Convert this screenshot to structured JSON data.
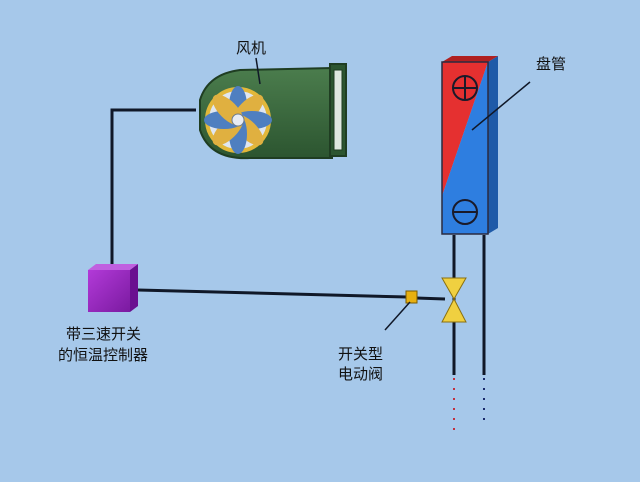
{
  "labels": {
    "fan": "风机",
    "coil": "盘管",
    "controller_line1": "带三速开关",
    "controller_line2": "的恒温控制器",
    "valve_line1": "开关型",
    "valve_line2": "电动阀"
  },
  "colors": {
    "background": "#a6c8ea",
    "fan_housing": "#3a6a3e",
    "fan_blades": "#4f7fc0",
    "fan_ring": "#e2b83a",
    "coil_hot": "#e53030",
    "coil_cold": "#2e7ee0",
    "controller": "#9a2ac0",
    "actuator": "#e8b010",
    "valve": "#f0d040",
    "wire": "#101828"
  }
}
